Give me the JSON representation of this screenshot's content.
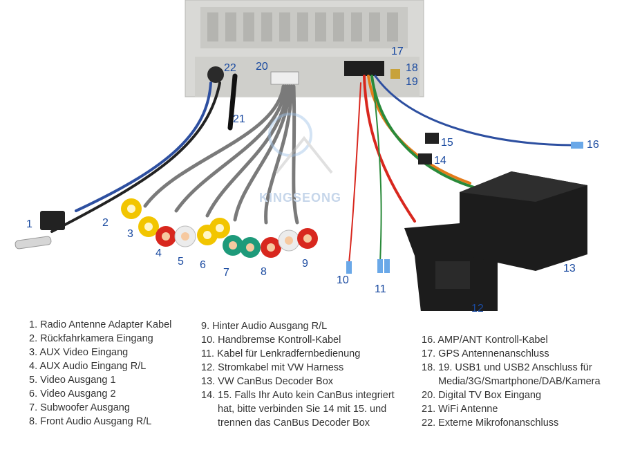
{
  "callouts": {
    "c1": "1",
    "c2": "2",
    "c3": "3",
    "c4": "4",
    "c5": "5",
    "c6": "6",
    "c7": "7",
    "c8": "8",
    "c9": "9",
    "c10": "10",
    "c11": "11",
    "c12": "12",
    "c13": "13",
    "c14": "14",
    "c15": "15",
    "c16": "16",
    "c17": "17",
    "c18": "18",
    "c19": "19",
    "c20": "20",
    "c21": "21",
    "c22": "22"
  },
  "watermark": "KINGSEONG",
  "legend": {
    "col1": [
      "1. Radio Antenne Adapter Kabel",
      "2. Rückfahrkamera Eingang",
      "3. AUX Video Eingang",
      "4. AUX Audio Eingang R/L",
      "5. Video Ausgang 1",
      "6. Video Ausgang 2",
      "7. Subwoofer Ausgang",
      "8. Front Audio Ausgang R/L"
    ],
    "col2": [
      "9. Hinter Audio Ausgang R/L",
      "10. Handbremse Kontroll-Kabel",
      "11. Kabel für Lenkradfernbedienung",
      "12. Stromkabel mit VW Harness",
      "13. VW CanBus Decoder Box",
      "14. 15. Falls Ihr Auto kein CanBus integriert",
      "hat, bitte verbinden Sie 14 mit 15. und",
      "trennen das CanBus Decoder Box"
    ],
    "col3": [
      "16. AMP/ANT Kontroll-Kabel",
      "17. GPS Antennenanschluss",
      "18. 19. USB1 und USB2 Anschluss für",
      "Media/3G/Smartphone/DAB/Kamera",
      "20. Digital TV Box Eingang",
      "21. WiFi Antenne",
      "22. Externe Mikrofonanschluss"
    ]
  },
  "colors": {
    "callout": "#1a4aa0",
    "legend_text": "#333333",
    "rca_yellow": "#f2c500",
    "rca_red": "#d8271e",
    "rca_white": "#ececec",
    "rca_green": "#1e9a7a",
    "wire_blue": "#2d4fa0",
    "box_black": "#1c1c1c",
    "chassis": "#d9d9d6"
  }
}
